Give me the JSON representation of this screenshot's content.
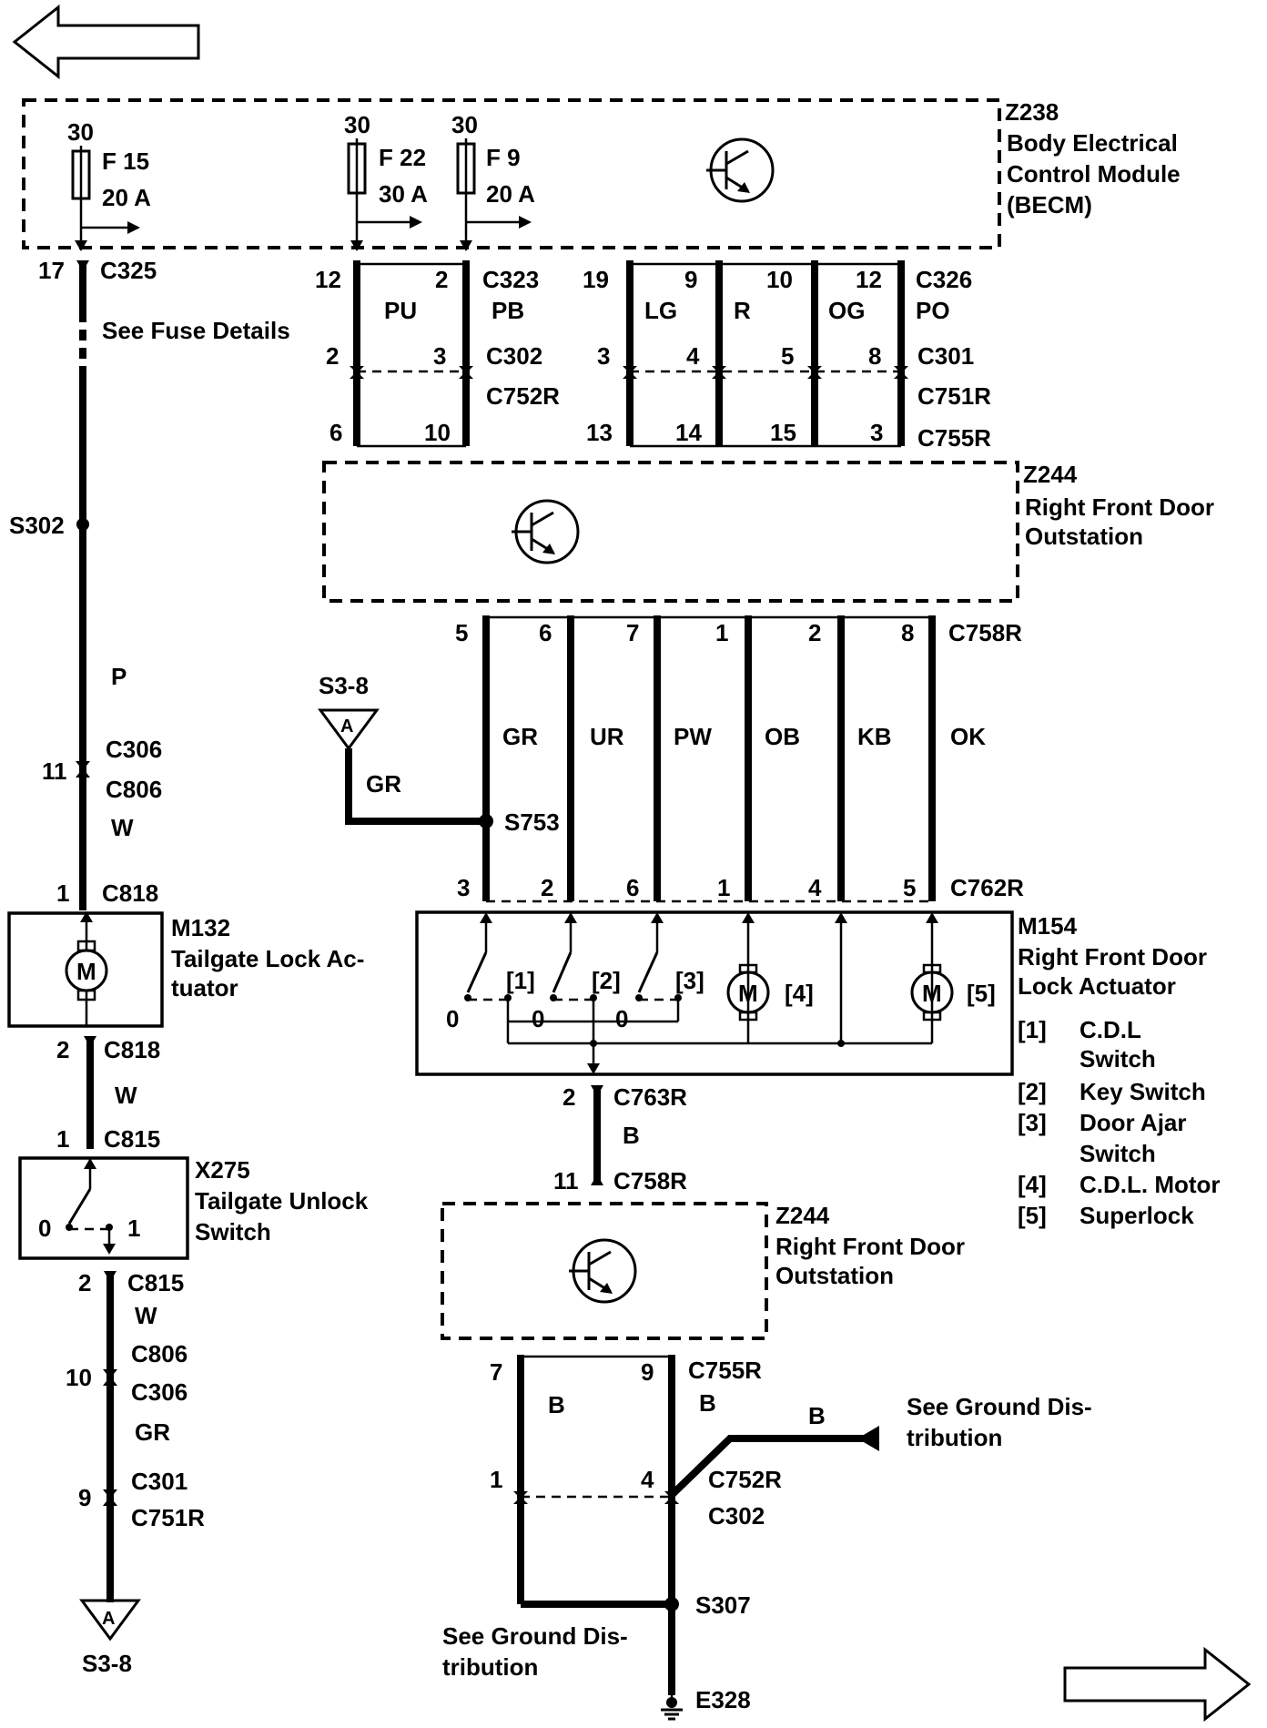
{
  "becm": {
    "id": "Z238",
    "name_line1": "Body Electrical",
    "name_line2": "Control Module",
    "name_line3": "(BECM)",
    "fuses": [
      {
        "circuit": "30",
        "id": "F 15",
        "rating": "20 A"
      },
      {
        "circuit": "30",
        "id": "F 22",
        "rating": "30 A"
      },
      {
        "circuit": "30",
        "id": "F 9",
        "rating": "20 A"
      }
    ]
  },
  "left_branch": {
    "c325_pin": "17",
    "c325": "C325",
    "fuse_details": "See Fuse Details",
    "s302": "S302",
    "wire_p": "P",
    "c306_pin": "11",
    "c306": "C306",
    "c806": "C806",
    "wire_w": "W",
    "c818_pin_top": "1",
    "c818": "C818",
    "m132_id": "M132",
    "m132_line1": "Tailgate Lock Ac-",
    "m132_line2": "tuator",
    "motor_symbol": "M",
    "c818_pin_bottom": "2",
    "c815_pin_top": "1",
    "c815": "C815",
    "x275_id": "X275",
    "x275_line1": "Tailgate Unlock",
    "x275_line2": "Switch",
    "switch_pos_0": "0",
    "switch_pos_1": "1",
    "c815_pin_bottom": "2",
    "c806_pin": "10",
    "c306_b": "C306",
    "c806_b": "C806",
    "wire_gr": "GR",
    "c301_pin": "9",
    "c301": "C301",
    "c751r": "C751R",
    "s38_label": "S3-8",
    "offpage_letter": "A"
  },
  "top_connectors": {
    "c323": "C323",
    "pb": "PB",
    "pu": "PU",
    "c326": "C326",
    "po": "PO",
    "c302": "C302",
    "c752r": "C752R",
    "c301": "C301",
    "c751r": "C751R",
    "c755r": "C755R",
    "wires": [
      {
        "color": "PU",
        "top_pin": "12",
        "mid_pin": "2",
        "bot_pin": "6"
      },
      {
        "color": "",
        "top_pin": "2",
        "mid_pin": "3",
        "bot_pin": "10"
      },
      {
        "color": "LG",
        "top_pin": "19",
        "mid_pin": "3",
        "bot_pin": "13"
      },
      {
        "color": "R",
        "top_pin": "9",
        "mid_pin": "4",
        "bot_pin": "14"
      },
      {
        "color": "OG",
        "top_pin": "10",
        "mid_pin": "5",
        "bot_pin": "15"
      },
      {
        "color": "",
        "top_pin": "12",
        "mid_pin": "8",
        "bot_pin": "3"
      }
    ]
  },
  "z244_top": {
    "id": "Z244",
    "line1": "Right Front Door",
    "line2": "Outstation"
  },
  "mid_connectors": {
    "c758r": "C758R",
    "c762r": "C762R",
    "s38_label": "S3-8",
    "offpage_letter": "A",
    "gr_feed": "GR",
    "s753": "S753",
    "wires": [
      {
        "color": "GR",
        "top_pin": "5",
        "bot_pin": "3"
      },
      {
        "color": "UR",
        "top_pin": "6",
        "bot_pin": "2"
      },
      {
        "color": "PW",
        "top_pin": "7",
        "bot_pin": "6"
      },
      {
        "color": "OB",
        "top_pin": "1",
        "bot_pin": "1"
      },
      {
        "color": "KB",
        "top_pin": "2",
        "bot_pin": "4"
      },
      {
        "color": "OK",
        "top_pin": "8",
        "bot_pin": "5"
      }
    ]
  },
  "m154": {
    "id": "M154",
    "line1": "Right Front Door",
    "line2": "Lock Actuator",
    "sw1": "[1]",
    "sw2": "[2]",
    "sw3": "[3]",
    "m4": "[4]",
    "m5": "[5]",
    "zero": "0",
    "motor_symbol": "M",
    "legend": [
      {
        "key": "[1]",
        "line1": "C.D.L",
        "line2": "Switch"
      },
      {
        "key": "[2]",
        "line1": "Key Switch",
        "line2": ""
      },
      {
        "key": "[3]",
        "line1": "Door Ajar",
        "line2": "Switch"
      },
      {
        "key": "[4]",
        "line1": "C.D.L. Motor",
        "line2": ""
      },
      {
        "key": "[5]",
        "line1": "Superlock",
        "line2": ""
      }
    ]
  },
  "lower": {
    "c763r_pin": "2",
    "c763r": "C763R",
    "wire_b": "B",
    "c758r_pin": "11",
    "c758r": "C758R",
    "z244_id": "Z244",
    "z244_line1": "Right Front Door",
    "z244_line2": "Outstation",
    "c755r_pin_a": "7",
    "c755r_pin_b": "9",
    "c755r": "C755R",
    "wire_b_left": "B",
    "wire_b_right": "B",
    "wire_b_branch": "B",
    "gnd_dist_right_line1": "See Ground Dis-",
    "gnd_dist_right_line2": "tribution",
    "c752r_pin_a": "1",
    "c752r_pin_b": "4",
    "c752r": "C752R",
    "c302": "C302",
    "s307": "S307",
    "gnd_dist_left_line1": "See Ground Dis-",
    "gnd_dist_left_line2": "tribution",
    "e328": "E328"
  }
}
